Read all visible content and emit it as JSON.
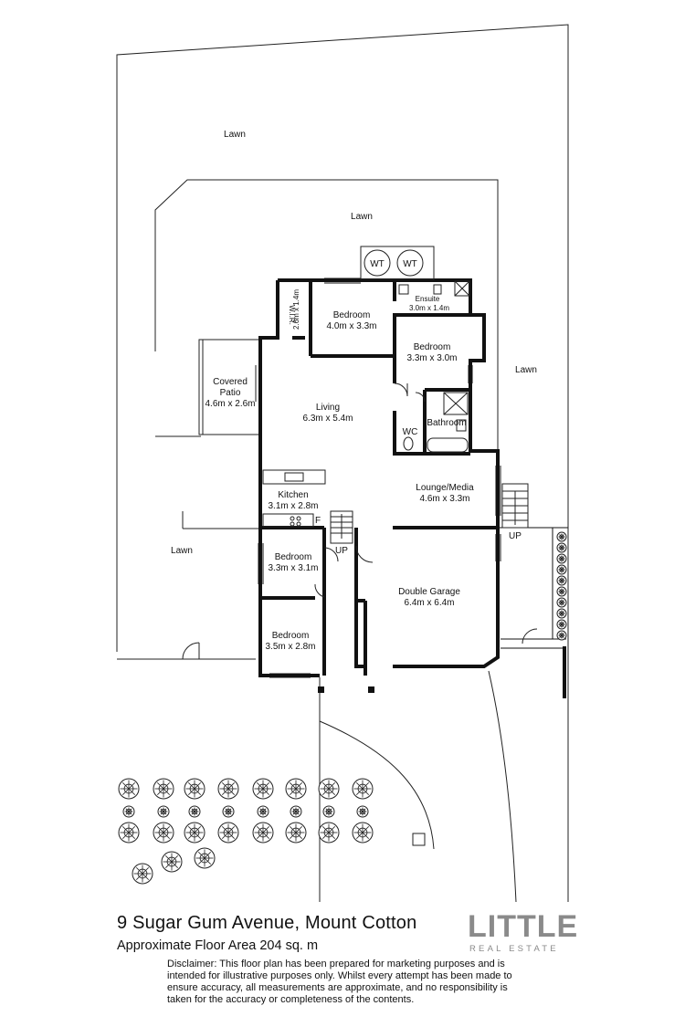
{
  "title": "9 Sugar Gum Avenue, Mount Cotton",
  "floor_area": "Approximate Floor Area  204 sq. m",
  "logo": {
    "main": "LITTLE",
    "sub": "REAL ESTATE",
    "color": "#8a8a8a"
  },
  "disclaimer": "Disclaimer: This floor plan has been prepared for marketing purposes and is intended for illustrative purposes only. Whilst every attempt has been made to ensure accuracy, all measurements are approximate, and no responsibility is taken for the accuracy or completeness of the contents.",
  "rooms": [
    {
      "id": "wir",
      "name": "W.I.R.",
      "size": "2.6m x 1.4m"
    },
    {
      "id": "bedroom1",
      "name": "Bedroom",
      "size": "4.0m x 3.3m"
    },
    {
      "id": "ensuite",
      "name": "Ensuite",
      "size": "3.0m x 1.4m"
    },
    {
      "id": "bedroom2",
      "name": "Bedroom",
      "size": "3.3m x 3.0m"
    },
    {
      "id": "patio",
      "name": "Covered Patio",
      "name_line1": "Covered",
      "name_line2": "Patio",
      "size": "4.6m x 2.6m"
    },
    {
      "id": "living",
      "name": "Living",
      "size": "6.3m x 5.4m"
    },
    {
      "id": "wc",
      "name": "WC",
      "size": ""
    },
    {
      "id": "bathroom",
      "name": "Bathroom",
      "size": ""
    },
    {
      "id": "lounge",
      "name": "Lounge/Media",
      "size": "4.6m x 3.3m"
    },
    {
      "id": "kitchen",
      "name": "Kitchen",
      "size": "3.1m x 2.8m"
    },
    {
      "id": "bedroom3",
      "name": "Bedroom",
      "size": "3.3m x 3.1m"
    },
    {
      "id": "garage",
      "name": "Double Garage",
      "size": "6.4m x 6.4m"
    },
    {
      "id": "bedroom4",
      "name": "Bedroom",
      "size": "3.5m x 2.8m"
    }
  ],
  "outdoor_labels": [
    "Lawn",
    "Lawn",
    "Lawn",
    "Lawn"
  ],
  "tanks": [
    "WT",
    "WT"
  ],
  "stair_labels": [
    "UP",
    "UP"
  ],
  "fridge_label": "F"
}
